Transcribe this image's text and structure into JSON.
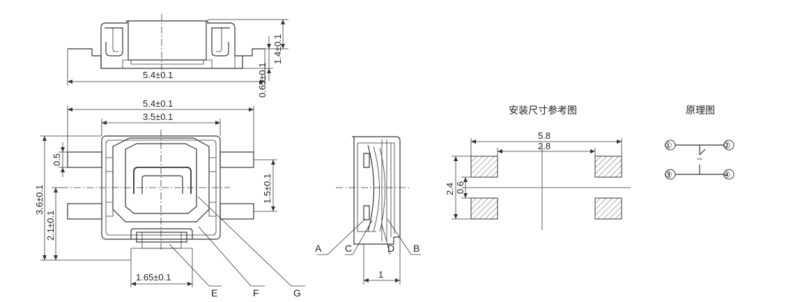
{
  "top_view": {
    "width_dim": "5.4±0.1",
    "height_dim": "1.4±0.1",
    "lead_dim": "0.65±0.1"
  },
  "front_view": {
    "overall_width": "5.4±0.1",
    "inner_width": "3.5±0.1",
    "lead_width": "0.5",
    "overall_height": "3.6±0.1",
    "center_height": "2.1±0.1",
    "lead_pitch": "1.5±0.1",
    "actuator_width": "1.65±0.1",
    "labels": [
      "E",
      "F",
      "G"
    ]
  },
  "side_view": {
    "width": "1",
    "labels": [
      "A",
      "C",
      "D",
      "B"
    ]
  },
  "footprint": {
    "title": "安装尺寸参考图",
    "outer_width": "5.8",
    "inner_width": "2.8",
    "height": "2.4",
    "gap": "0.6"
  },
  "schematic": {
    "title": "原理图",
    "pins": [
      "①",
      "②",
      "③",
      "④"
    ]
  },
  "colors": {
    "line": "#333333",
    "background": "#ffffff"
  }
}
